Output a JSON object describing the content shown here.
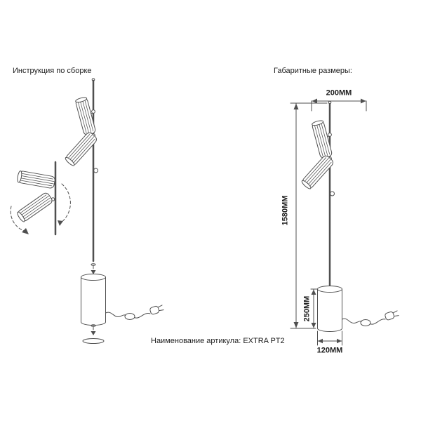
{
  "labels": {
    "assembly_title": "Инструкция по сборке",
    "dimensions_title": "Габаритные размеры:",
    "article": "Наименование артикула: EXTRA PT2"
  },
  "dims": {
    "top_width": "200MM",
    "total_height": "1580MM",
    "base_height": "250MM",
    "base_width": "120MM"
  },
  "colors": {
    "line": "#4f4f4f",
    "text": "#1c1c1c"
  }
}
